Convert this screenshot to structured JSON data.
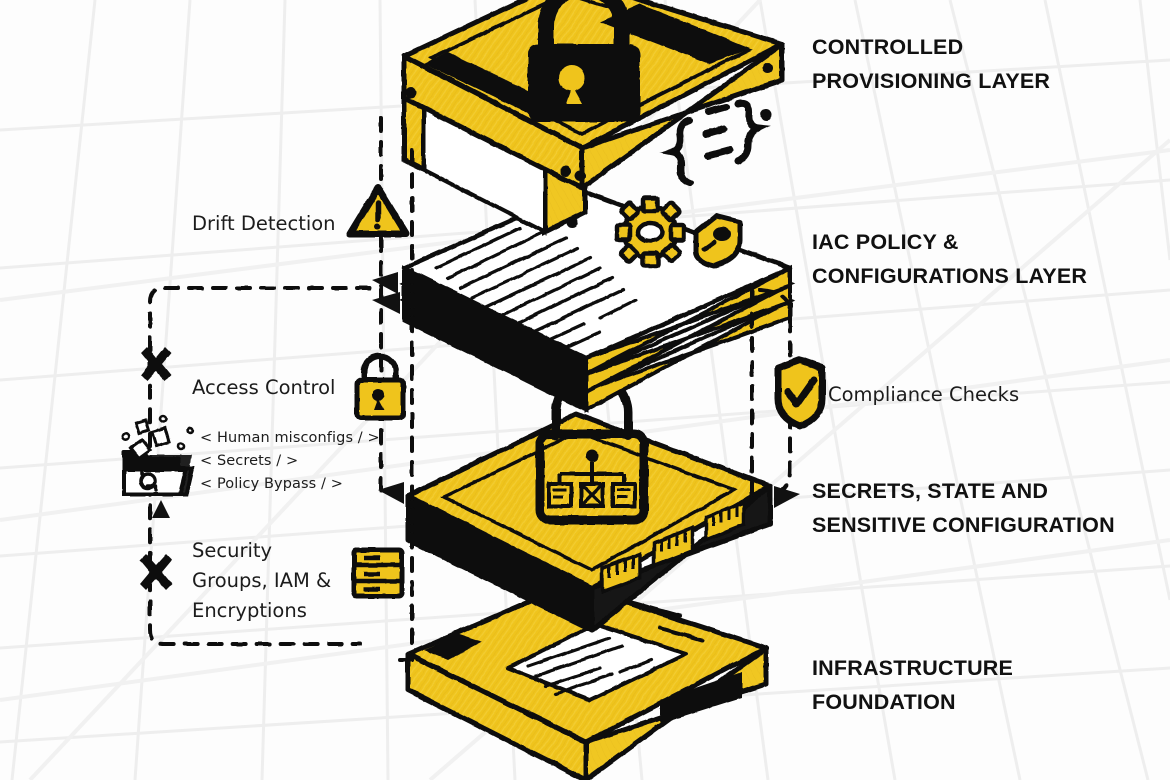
{
  "diagram": {
    "title": "Exploded isometric stack of infrastructure-as-code security layers",
    "style": "hand-drawn sketch, isometric exploded view",
    "palette": {
      "yellow": "#EFC41F",
      "yellow_light": "#F4D44A",
      "yellow_dark": "#D9A91A",
      "ink": "#111111",
      "paper": "#FFFFFF",
      "grid": "#EFEFEF",
      "text": "#1C1C1C"
    }
  },
  "layers": [
    {
      "id": "controlled-provisioning",
      "title": "CONTROLLED\nPROVISIONING LAYER",
      "icons": [
        "padlock-icon",
        "code-braces-icon"
      ],
      "slab_color": "#EFC41F"
    },
    {
      "id": "iac-policy",
      "title": "IAC POLICY &\nCONFIGURATIONS LAYER",
      "icons": [
        "document-icon",
        "gear-icon",
        "shield-icon"
      ],
      "slab_color": "#FFFFFF"
    },
    {
      "id": "secrets-state",
      "title": "SECRETS, STATE AND\nSENSITIVE CONFIGURATION",
      "icons": [
        "padlock-network-icon",
        "server-card-icon"
      ],
      "slab_color": "#EFC41F"
    },
    {
      "id": "infrastructure-foundation",
      "title": "INFRASTRUCTURE\nFOUNDATION",
      "icons": [
        "document-panel-icon"
      ],
      "slab_color": "#EFC41F"
    }
  ],
  "left_annotations": [
    {
      "id": "drift-detection",
      "label": "Drift Detection",
      "icon": "warning-triangle-icon",
      "marker": null
    },
    {
      "id": "access-control",
      "label": "Access Control",
      "icon": "padlock-keyhole-icon",
      "marker": "x-mark-icon"
    },
    {
      "id": "security-groups",
      "label": "Security\nGroups, IAM &\nEncryptions",
      "icon": "server-stack-icon",
      "marker": "x-mark-icon"
    }
  ],
  "right_annotations": [
    {
      "id": "compliance-checks",
      "label": "Compliance Checks",
      "icon": "shield-check-icon"
    }
  ],
  "risk_tags": {
    "icon": "open-folder-icon",
    "items": [
      "< Human misconfigs / >",
      "< Secrets / >",
      "< Policy Bypass / >"
    ]
  }
}
